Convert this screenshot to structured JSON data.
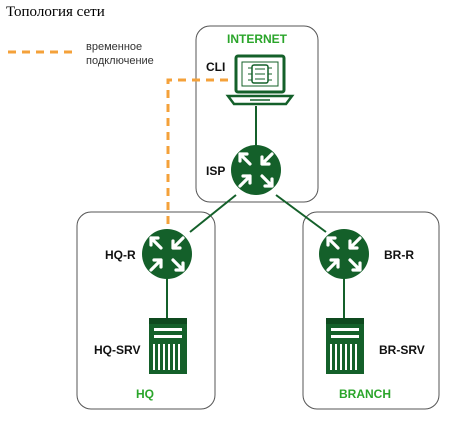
{
  "title": "Топология сети",
  "legend": {
    "line1": "временное",
    "line2": "подключение",
    "color": "#f4a13a"
  },
  "zones": {
    "internet": "INTERNET",
    "hq": "HQ",
    "branch": "BRANCH",
    "label_color": "#2aa52a"
  },
  "devices": {
    "cli": "CLI",
    "isp": "ISP",
    "hq_router": "HQ-R",
    "hq_server": "HQ-SRV",
    "br_router": "BR-R",
    "br_server": "BR-SRV"
  },
  "colors": {
    "device": "#14602a",
    "zone_border": "#555555"
  }
}
